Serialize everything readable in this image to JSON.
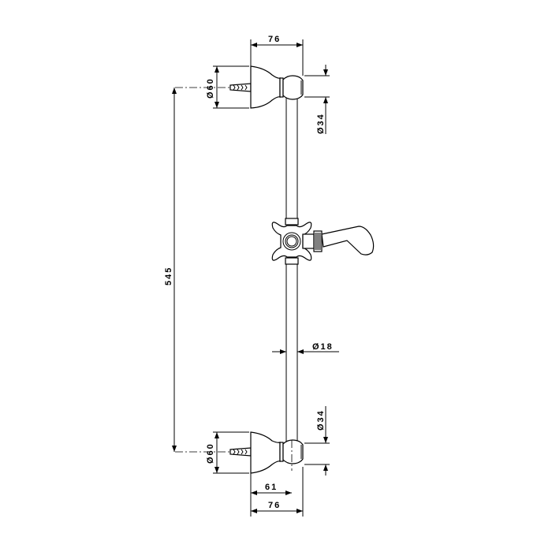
{
  "drawing": {
    "title": "Shower slide rail technical drawing",
    "dimensions": {
      "top_projection": "76",
      "top_plate_diameter": "Ø60",
      "top_ball_diameter": "Ø34",
      "center_distance": "545",
      "rod_diameter": "Ø18",
      "bottom_ball_diameter": "Ø34",
      "bottom_plate_diameter": "Ø60",
      "bottom_axis_offset": "61",
      "bottom_projection": "76"
    },
    "colors": {
      "line": "#000000",
      "background": "#ffffff"
    }
  }
}
